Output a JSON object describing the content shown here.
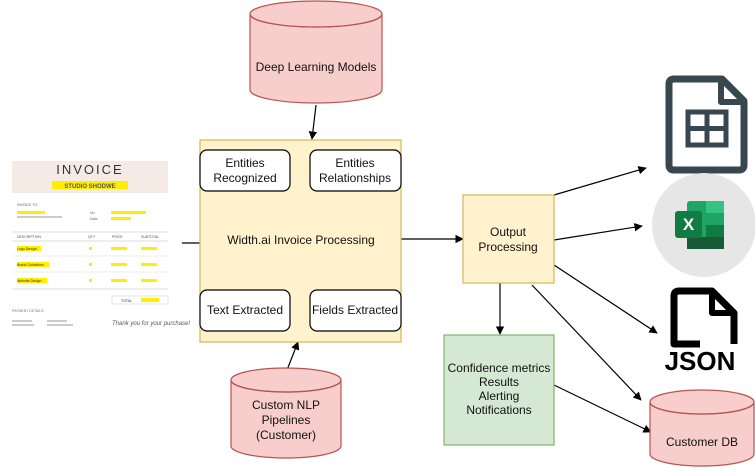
{
  "nodes": {
    "deep_learning_models": "Deep Learning Models",
    "processing_title": "Width.ai Invoice Processing",
    "entities_recognized": [
      "Entities",
      "Recognized"
    ],
    "entities_relationships": [
      "Entities",
      "Relationships"
    ],
    "text_extracted": "Text Extracted",
    "fields_extracted": "Fields Extracted",
    "custom_nlp": [
      "Custom NLP",
      "Pipelines",
      "(Customer)"
    ],
    "output_processing": [
      "Output",
      "Processing"
    ],
    "confidence": [
      "Confidence metrics",
      "Results",
      "Alerting",
      "Notifications"
    ],
    "customer_db": "Customer DB"
  },
  "invoice": {
    "title": "INVOICE",
    "company": "STUDIO SHODWE",
    "invoice_to_label": "INVOICE TO:",
    "no_label": "No:",
    "date_label": "Date:",
    "columns": [
      "DESCRIPTION",
      "QTY",
      "PRICE",
      "SUBTOTAL"
    ],
    "items": [
      "Logo Design",
      "Brand Guidelines",
      "Website Design"
    ],
    "total_label": "TOTAL",
    "payment_details": "PAYMENT DETAILS",
    "thank_you": "Thank you for your purchase!"
  },
  "icons": {
    "spreadsheet": "spreadsheet-file-icon",
    "excel": "excel-icon",
    "json": "JSON",
    "json_icon": "json-file-icon"
  },
  "colors": {
    "db_fill": "#f8cecc",
    "db_stroke": "#b85450",
    "panel_fill": "#fff2cc",
    "panel_stroke": "#d6b656",
    "green_fill": "#d5e8d4",
    "green_stroke": "#82b366",
    "excel_green": "#21a366",
    "excel_circle": "#e6e6e6",
    "highlight": "#ffee00"
  }
}
